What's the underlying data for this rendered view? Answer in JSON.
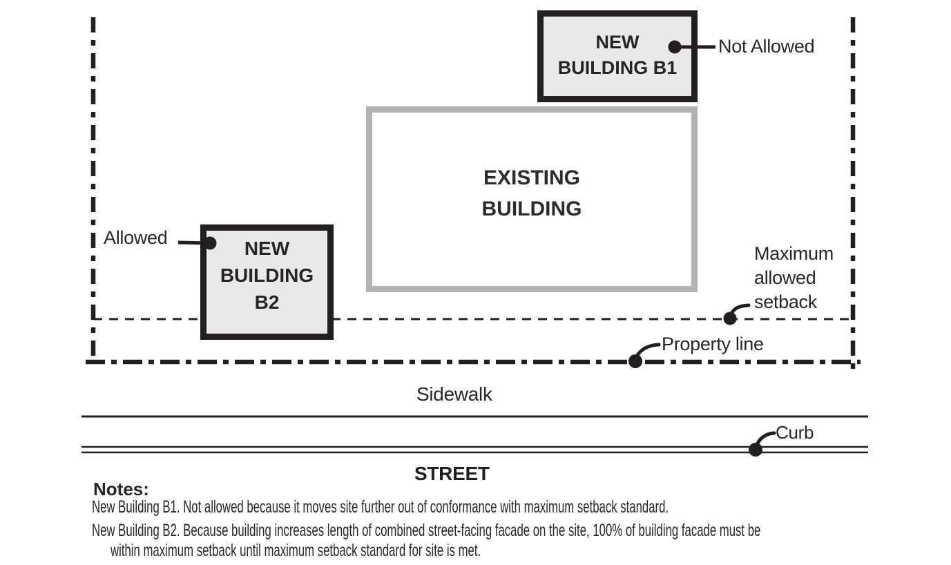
{
  "buildings": {
    "new_b1": {
      "line1": "NEW",
      "line2": "BUILDING B1"
    },
    "existing": {
      "line1": "EXISTING",
      "line2": "BUILDING"
    },
    "new_b2": {
      "line1": "NEW",
      "line2": "BUILDING",
      "line3": "B2"
    }
  },
  "callouts": {
    "not_allowed": "Not Allowed",
    "allowed": "Allowed",
    "max_setback_line1": "Maximum",
    "max_setback_line2": "allowed",
    "max_setback_line3": "setback",
    "property_line": "Property line",
    "curb": "Curb"
  },
  "areas": {
    "sidewalk": "Sidewalk",
    "street": "STREET"
  },
  "notes": {
    "heading": "Notes:",
    "lines": [
      "New Building B1. Not allowed because it moves site further out of conformance with maximum setback standard.",
      "New Building B2. Because building increases length of combined street-facing facade on the site, 100% of building facade must be",
      "within maximum setback until maximum setback standard for site is met."
    ]
  },
  "colors": {
    "ink": "#231f20",
    "new_building_fill": "#e9e9e9",
    "new_building_border": "#231f20",
    "existing_building_border": "#b2b2b2"
  }
}
